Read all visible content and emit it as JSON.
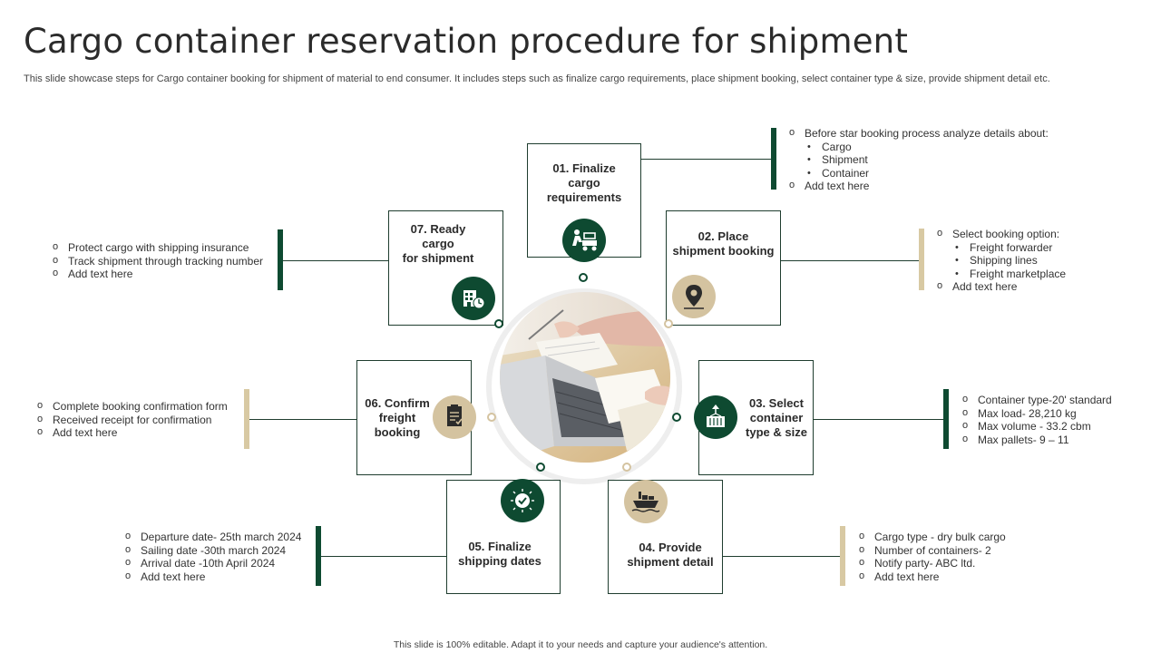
{
  "title": "Cargo container reservation procedure for shipment",
  "subtitle": "This slide showcase steps for Cargo container booking for shipment of material to end consumer. It includes steps such as finalize cargo requirements, place shipment booking, select container type & size, provide shipment detail etc.",
  "footer": "This slide is 100% editable. Adapt it to your needs and capture your audience's attention.",
  "colors": {
    "dark_green": "#0e4a31",
    "beige": "#d4c3a0"
  },
  "steps": [
    {
      "label_lines": [
        "01. Finalize",
        "cargo",
        "requirements"
      ],
      "icon": "forklift-icon",
      "accent": "green",
      "details": [
        {
          "level": 1,
          "text": "Before star booking process analyze details about:"
        },
        {
          "level": 2,
          "text": "Cargo"
        },
        {
          "level": 2,
          "text": "Shipment"
        },
        {
          "level": 2,
          "text": "Container"
        },
        {
          "level": 1,
          "text": "Add text here"
        }
      ]
    },
    {
      "label_lines": [
        "02. Place",
        "shipment booking"
      ],
      "icon": "location-pin-icon",
      "accent": "beige",
      "details": [
        {
          "level": 1,
          "text": "Select booking option:"
        },
        {
          "level": 2,
          "text": "Freight forwarder"
        },
        {
          "level": 2,
          "text": "Shipping lines"
        },
        {
          "level": 2,
          "text": "Freight marketplace"
        },
        {
          "level": 1,
          "text": "Add text here"
        }
      ]
    },
    {
      "label_lines": [
        "03. Select",
        "container",
        "type & size"
      ],
      "icon": "container-crane-icon",
      "accent": "green",
      "details": [
        {
          "level": 1,
          "text": "Container type-20' standard"
        },
        {
          "level": 1,
          "text": "Max load- 28,210 kg"
        },
        {
          "level": 1,
          "text": "Max volume - 33.2 cbm"
        },
        {
          "level": 1,
          "text": "Max pallets- 9 – 11"
        }
      ]
    },
    {
      "label_lines": [
        "04. Provide",
        "shipment detail"
      ],
      "icon": "cargo-ship-icon",
      "accent": "beige",
      "details": [
        {
          "level": 1,
          "text": "Cargo type - dry bulk cargo"
        },
        {
          "level": 1,
          "text": "Number of containers- 2"
        },
        {
          "level": 1,
          "text": "Notify party- ABC ltd."
        },
        {
          "level": 1,
          "text": "Add text here"
        }
      ]
    },
    {
      "label_lines": [
        "05. Finalize",
        "shipping dates"
      ],
      "icon": "calendar-check-icon",
      "accent": "green",
      "details": [
        {
          "level": 1,
          "text": "Departure date- 25th march 2024"
        },
        {
          "level": 1,
          "text": "Sailing date -30th march 2024"
        },
        {
          "level": 1,
          "text": "Arrival date -10th April 2024"
        },
        {
          "level": 1,
          "text": "Add text here"
        }
      ]
    },
    {
      "label_lines": [
        "06. Confirm",
        "freight",
        "booking"
      ],
      "icon": "checklist-icon",
      "accent": "beige",
      "details": [
        {
          "level": 1,
          "text": "Complete booking confirmation form"
        },
        {
          "level": 1,
          "text": "Received receipt for confirmation"
        },
        {
          "level": 1,
          "text": "Add text here"
        }
      ]
    },
    {
      "label_lines": [
        "07. Ready",
        "cargo",
        "for shipment"
      ],
      "icon": "warehouse-clock-icon",
      "accent": "green",
      "details": [
        {
          "level": 1,
          "text": "Protect cargo with shipping insurance"
        },
        {
          "level": 1,
          "text": "Track shipment through tracking number"
        },
        {
          "level": 1,
          "text": "Add text here"
        }
      ]
    }
  ]
}
